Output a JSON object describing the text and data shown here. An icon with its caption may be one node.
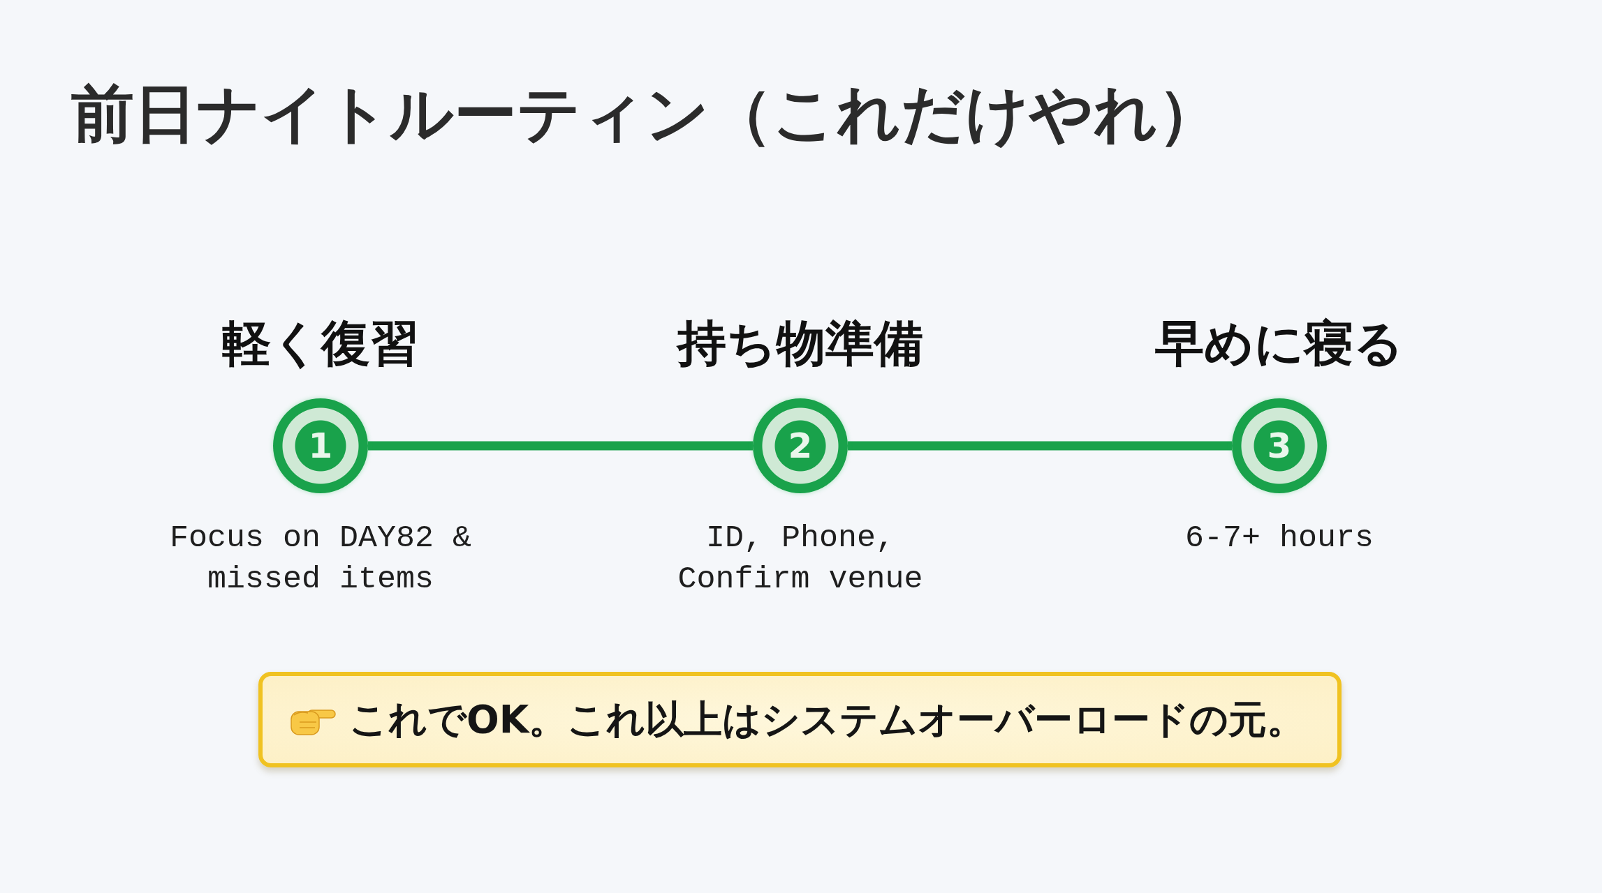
{
  "diagram": {
    "title": "前日ナイトルーティン（これだけやれ）",
    "nodes": [
      {
        "text": [
          "軽く復習",
          "1"
        ],
        "beside": [
          "Focus on DAY82 & missed items"
        ]
      },
      {
        "text": [
          "持ち物準備",
          "2"
        ],
        "beside": [
          "ID, Phone, Confirm venue"
        ]
      },
      {
        "text": [
          "早めに寝る",
          "3"
        ],
        "beside": [
          "6-7+ hours"
        ]
      },
      {
        "text": [
          "これでOK。これ以上はシステムオーバーロードの元。"
        ]
      }
    ],
    "edges": [
      {
        "from": 0,
        "to": 1,
        "arrow": "none"
      },
      {
        "from": 1,
        "to": 2,
        "arrow": "none"
      }
    ]
  }
}
